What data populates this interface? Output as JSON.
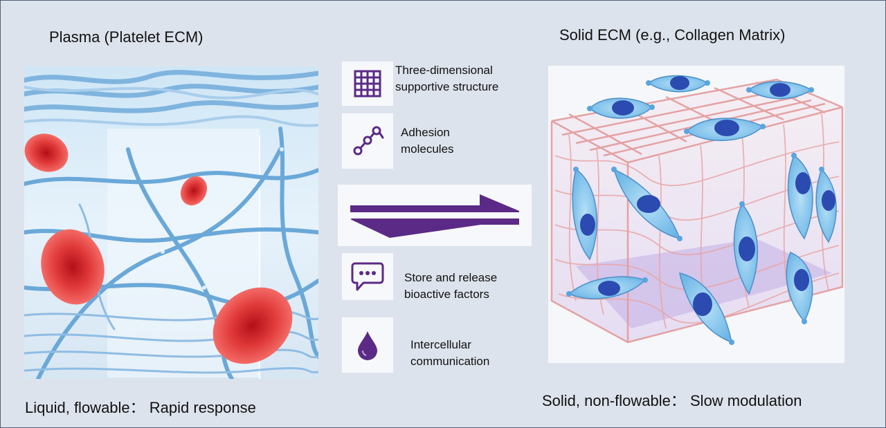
{
  "left": {
    "title": "Plasma (Platelet ECM)",
    "caption": "Liquid, flowable： Rapid response"
  },
  "right": {
    "title": "Solid ECM (e.g., Collagen Matrix)",
    "caption": "Solid, non-flowable： Slow modulation"
  },
  "features": [
    {
      "icon": "grid-icon",
      "line1": "Three-dimensional",
      "line2": "supportive structure"
    },
    {
      "icon": "molecule-chain-icon",
      "line1": "Adhesion",
      "line2": "molecules"
    },
    {
      "icon": "speech-bubble-icon",
      "line1": "Store and release",
      "line2": "bioactive factors"
    },
    {
      "icon": "droplet-icon",
      "line1": "Intercellular",
      "line2": "communication"
    }
  ],
  "center_arrows": "bidirectional-arrows",
  "colors": {
    "background": "#dde3ec",
    "accent_purple": "#5b2a86",
    "fiber_blue": "#6aa8d8",
    "blood_red": "#d8272a",
    "collagen_pink": "#e8a0a0",
    "cell_blue": "#7cc0ea",
    "nucleus_blue": "#2c4bb0"
  }
}
